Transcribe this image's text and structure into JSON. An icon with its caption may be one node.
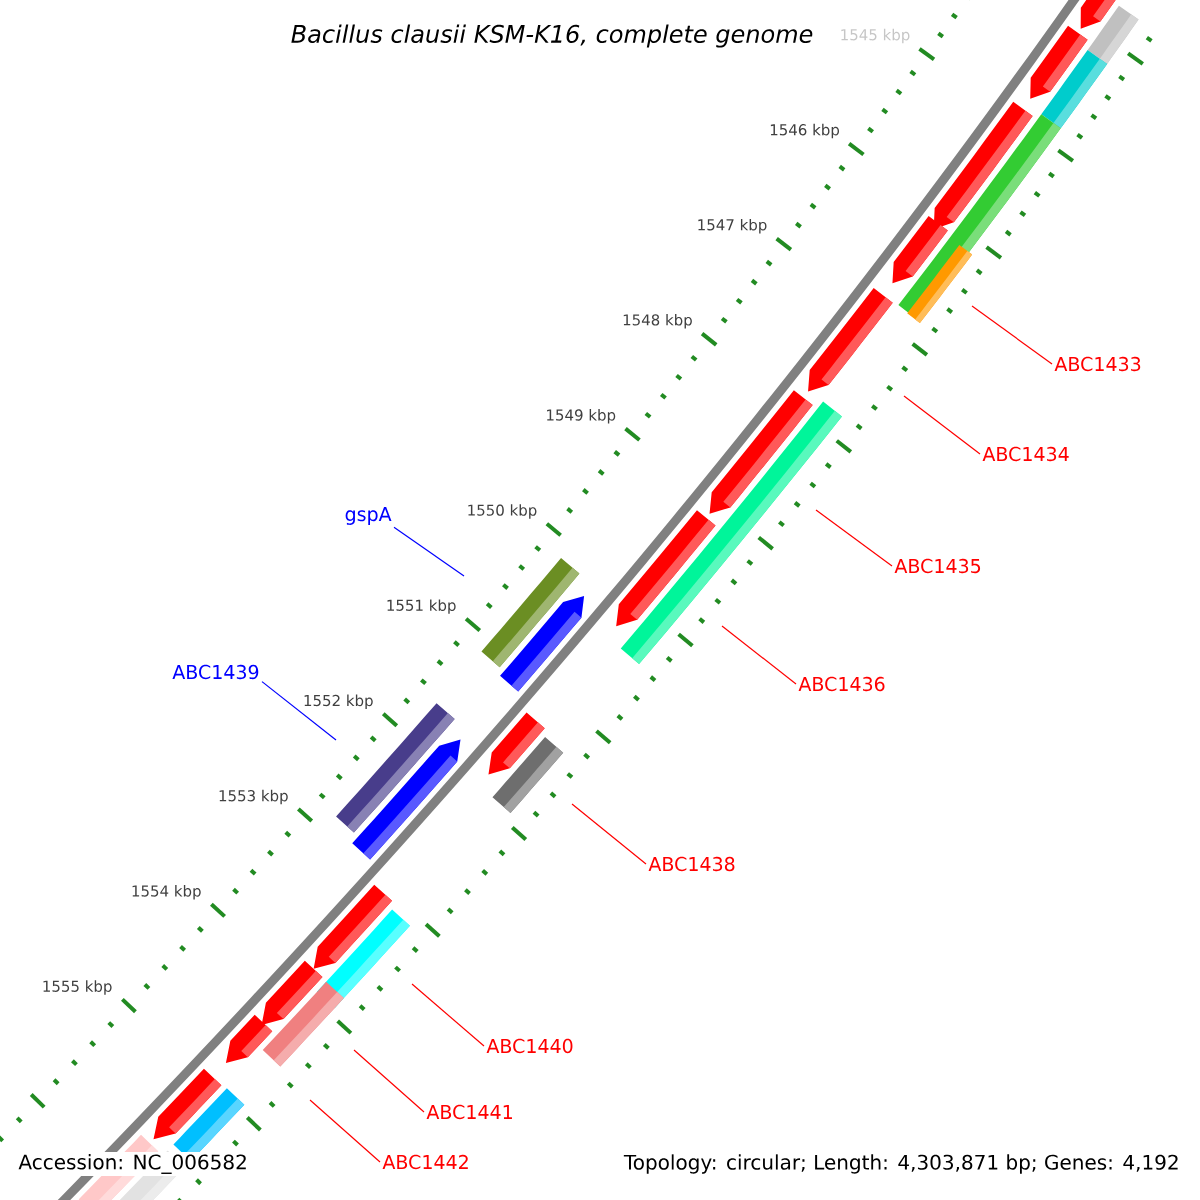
{
  "diagram": {
    "title": "Bacillus clausii KSM-K16, complete genome",
    "nodes": [
      {
        "text": [
          "ABC1433"
        ]
      },
      {
        "text": [
          "ABC1434"
        ]
      },
      {
        "text": [
          "gspA"
        ]
      },
      {
        "text": [
          "ABC1435"
        ]
      },
      {
        "text": [
          "ABC1439"
        ]
      },
      {
        "text": [
          "ABC1436"
        ]
      },
      {
        "text": [
          "ABC1438"
        ]
      },
      {
        "text": [
          "ABC1440"
        ]
      },
      {
        "text": [
          "ABC1441"
        ]
      },
      {
        "text": [
          "ABC1442"
        ]
      }
    ],
    "edges": [
      {
        "from": 0,
        "to": null,
        "arrow": "none"
      },
      {
        "from": 1,
        "to": null,
        "arrow": "none"
      },
      {
        "from": 2,
        "to": null,
        "arrow": "none",
        "color": "#0000ff"
      },
      {
        "from": 3,
        "to": null,
        "arrow": "none"
      },
      {
        "from": 4,
        "to": null,
        "arrow": "none",
        "color": "#0000ff"
      },
      {
        "from": 5,
        "to": null,
        "arrow": "none"
      },
      {
        "from": 6,
        "to": null,
        "arrow": "none"
      },
      {
        "from": 7,
        "to": null,
        "arrow": "none"
      },
      {
        "from": 8,
        "to": null,
        "arrow": "none"
      },
      {
        "from": 9,
        "to": null,
        "arrow": "none"
      }
    ],
    "labels": [
      "1545 kbp",
      "1546 kbp",
      "1547 kbp",
      "1548 kbp",
      "1549 kbp",
      "1550 kbp",
      "1551 kbp",
      "1552 kbp",
      "1553 kbp",
      "1554 kbp",
      "1555 kbp",
      "Accession: NC_006582",
      "Topology: circular; Length: 4,303,871 bp; Genes: 4,192"
    ]
  }
}
